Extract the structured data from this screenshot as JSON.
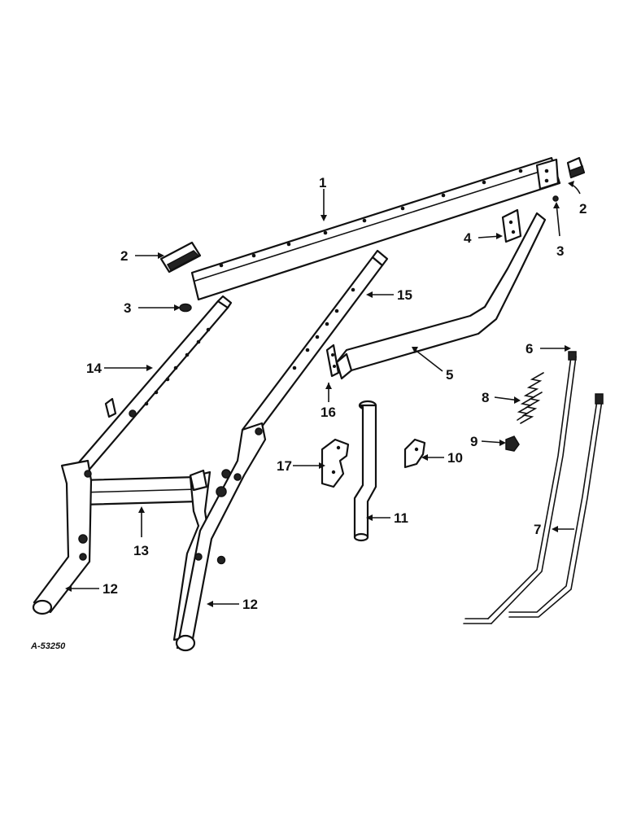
{
  "drawing_code": "A-53250",
  "colors": {
    "ink": "#111111",
    "paper": "#ffffff"
  },
  "callouts": [
    {
      "id": "c1",
      "number": "1"
    },
    {
      "id": "c2a",
      "number": "2"
    },
    {
      "id": "c2b",
      "number": "2"
    },
    {
      "id": "c3a",
      "number": "3"
    },
    {
      "id": "c3b",
      "number": "3"
    },
    {
      "id": "c4",
      "number": "4"
    },
    {
      "id": "c5",
      "number": "5"
    },
    {
      "id": "c6",
      "number": "6"
    },
    {
      "id": "c7",
      "number": "7"
    },
    {
      "id": "c8",
      "number": "8"
    },
    {
      "id": "c9",
      "number": "9"
    },
    {
      "id": "c10",
      "number": "10"
    },
    {
      "id": "c11",
      "number": "11"
    },
    {
      "id": "c12a",
      "number": "12"
    },
    {
      "id": "c12b",
      "number": "12"
    },
    {
      "id": "c13",
      "number": "13"
    },
    {
      "id": "c14",
      "number": "14"
    },
    {
      "id": "c15",
      "number": "15"
    },
    {
      "id": "c16",
      "number": "16"
    },
    {
      "id": "c17",
      "number": "17"
    }
  ]
}
